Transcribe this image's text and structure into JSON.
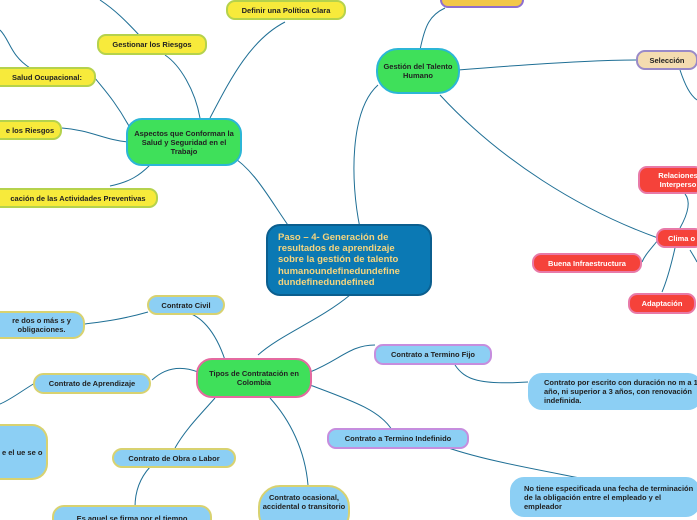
{
  "central": {
    "label": "Paso – 4- Generación de resultados de aprendizaje sobre la gestión de talento humanoundefinedundefine dundefinedundefined"
  },
  "branches": {
    "aspectos": {
      "label": "Aspectos que Conforman la Salud y Seguridad en el Trabajo",
      "children": {
        "definir": "Definir una Política Clara",
        "gestionar": "Gestionar los Riesgos",
        "salud": "Salud Ocupacional:",
        "riesgos": "e los Riesgos",
        "actividades": "cación de las Actividades Preventivas"
      }
    },
    "gestion": {
      "label": "Gestión del Talento Humano",
      "children": {
        "seleccion": "Selección",
        "clima": "Clima o",
        "relaciones": "Relaciones Interperso",
        "infraestructura": "Buena Infraestructura",
        "adaptacion": "Adaptación"
      }
    },
    "tipos": {
      "label": "Tipos de Contratación en Colombia",
      "children": {
        "civil": "Contrato Civil",
        "civil_desc": "re dos o más s y obligaciones.",
        "aprendizaje": "Contrato de Aprendizaje",
        "aprendizaje_desc": "e el ue se o",
        "obra": "Contrato de Obra o Labor",
        "obra_desc": "Es aquel se firma por el tiempo",
        "ocasional": "Contrato ocasional, accidental o transitorio",
        "fijo": "Contrato a Termino Fijo",
        "fijo_desc": "Contrato por escrito con duración no m a 1 año, ni superior a 3 años, con renovación indefinida.",
        "indefinido": "Contrato a Termino Indefinido",
        "indefinido_desc": "No tiene especificada una fecha de terminación de la obligación entre el empleado y el empleador"
      }
    }
  }
}
